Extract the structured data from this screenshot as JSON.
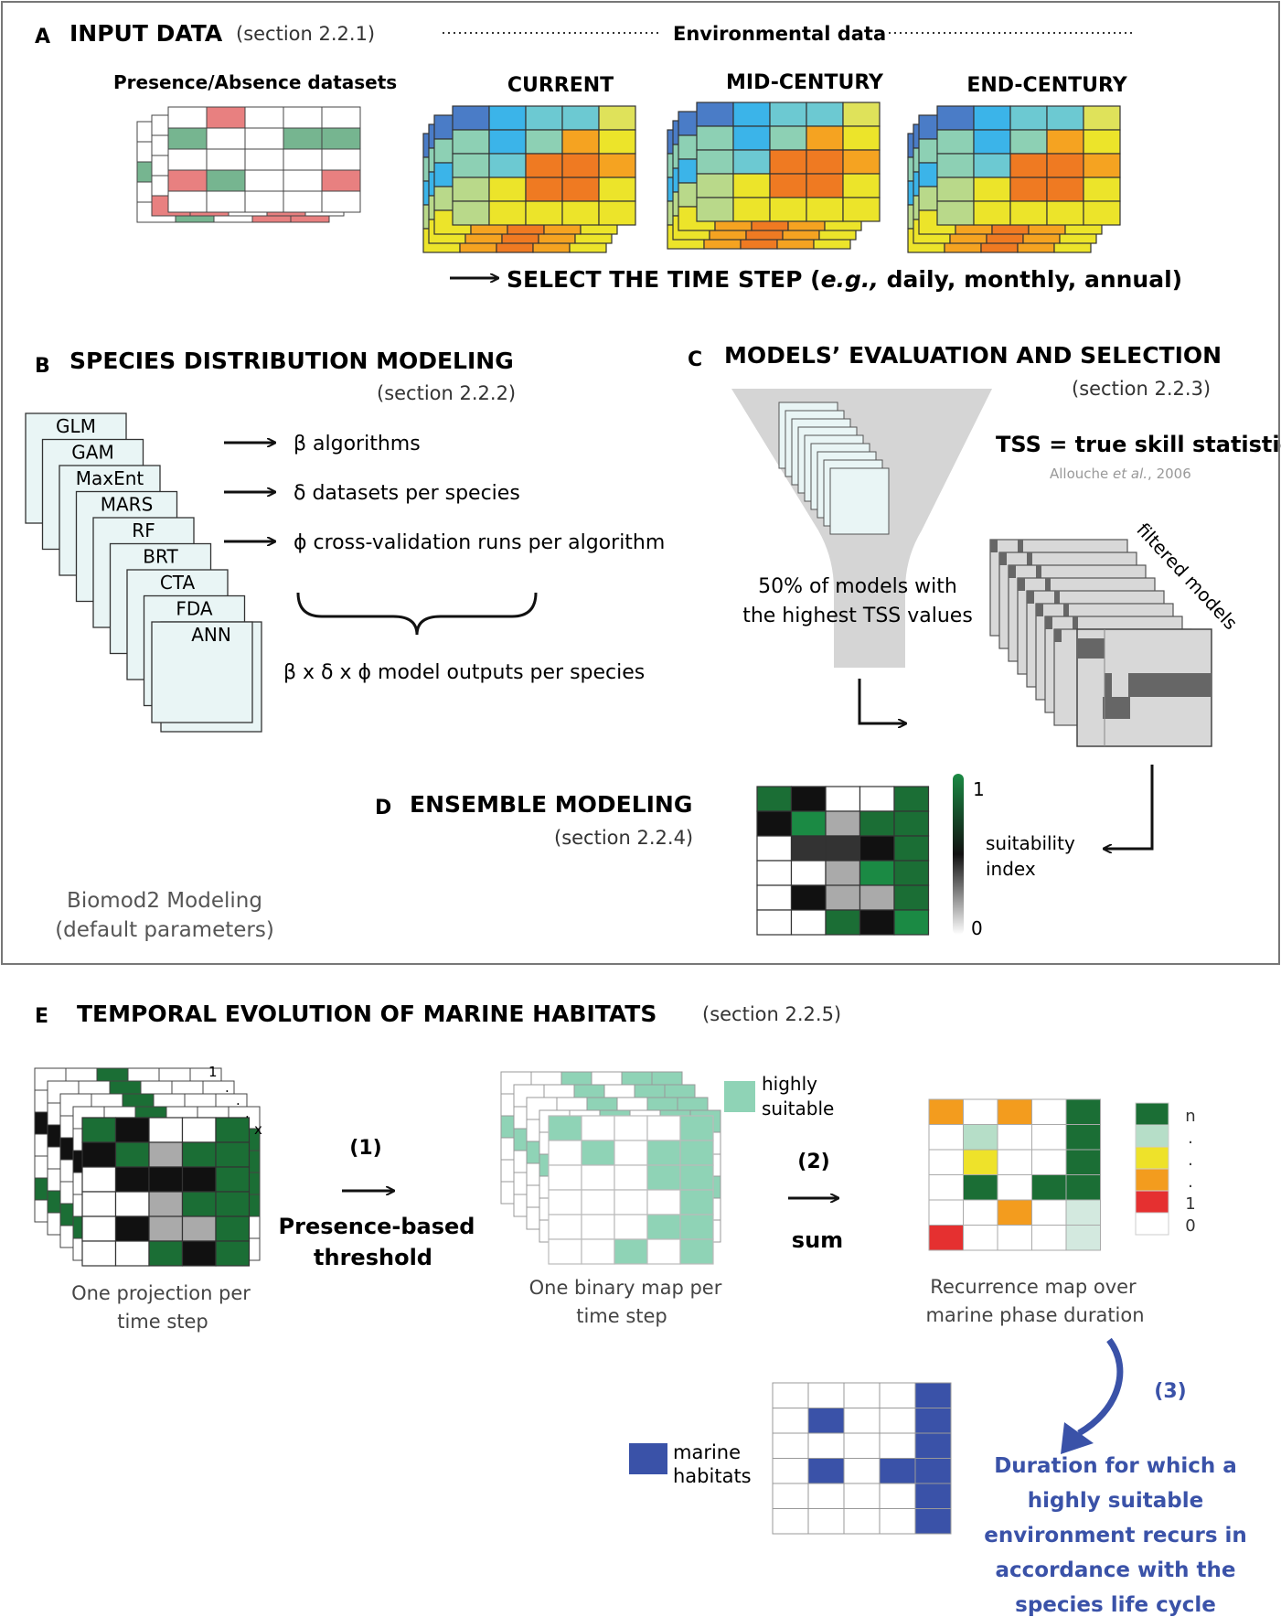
{
  "panelA": {
    "letter": "A",
    "title": "INPUT DATA",
    "section": "(section 2.2.1)",
    "env_header": "Environmental data",
    "pa_label": "Presence/Absence datasets",
    "maps": [
      "CURRENT",
      "MID-CENTURY",
      "END-CENTURY"
    ],
    "timestep": "SELECT THE TIME STEP (e.g., daily, monthly, annual)",
    "timestep_pre": "SELECT THE TIME STEP (",
    "timestep_eg": "e.g.,",
    "timestep_post": " daily, monthly, annual)"
  },
  "panelB": {
    "letter": "B",
    "title": "SPECIES DISTRIBUTION MODELING",
    "section": "(section 2.2.2)",
    "algorithms": [
      "GLM",
      "GAM",
      "MaxEnt",
      "MARS",
      "RF",
      "BRT",
      "CTA",
      "FDA",
      "ANN"
    ],
    "items": [
      "β algorithms",
      "δ datasets per species",
      "ϕ cross-validation runs per algorithm"
    ],
    "product": "β x δ x ϕ model outputs per species",
    "footer_line1": "Biomod2 Modeling",
    "footer_line2": "(default parameters)"
  },
  "panelC": {
    "letter": "C",
    "title": "MODELS’ EVALUATION AND SELECTION",
    "section": "(section 2.2.3)",
    "tss": "TSS = true skill statistic",
    "citation_pre": "Allouche ",
    "citation_em": "et al.",
    "citation_post": ", 2006",
    "funnel_line1": "50% of models with",
    "funnel_line2": "the highest TSS values",
    "filtered": "filtered models"
  },
  "panelD": {
    "letter": "D",
    "title": "ENSEMBLE MODELING",
    "section": "(section 2.2.4)",
    "scale_max": "1",
    "scale_min": "0",
    "scale_label1": "suitability",
    "scale_label2": "index"
  },
  "panelE": {
    "letter": "E",
    "title": "TEMPORAL EVOLUTION OF MARINE HABITATS",
    "section": "(section 2.2.5)",
    "stack_top": "1",
    "stack_dots": ".",
    "stack_x": "x",
    "step1": "(1)",
    "step1_label1": "Presence-based",
    "step1_label2": "threshold",
    "step2": "(2)",
    "step2_label": "sum",
    "step3": "(3)",
    "cap1_line1": "One projection per",
    "cap1_line2": "time step",
    "cap2_line1": "One binary map per",
    "cap2_line2": "time step",
    "cap3_line1": "Recurrence map over",
    "cap3_line2": "marine phase duration",
    "legend_hs1": "highly",
    "legend_hs2": "suitable",
    "legend_rec": [
      "n",
      ".",
      ".",
      ".",
      "1",
      "0"
    ],
    "legend_mh1": "marine",
    "legend_mh2": "habitats",
    "duration": [
      "Duration for which a",
      "highly suitable",
      "environment recurs in",
      "accordance with the",
      "species life cycle"
    ]
  },
  "colors": {
    "green": "#1b7a3e",
    "mint": "#8fd3b6",
    "blue": "#3a52a8",
    "red": "#e53030",
    "orange": "#f39c1e",
    "yellow": "#eee22a",
    "funnel": "#d5d5d5"
  }
}
